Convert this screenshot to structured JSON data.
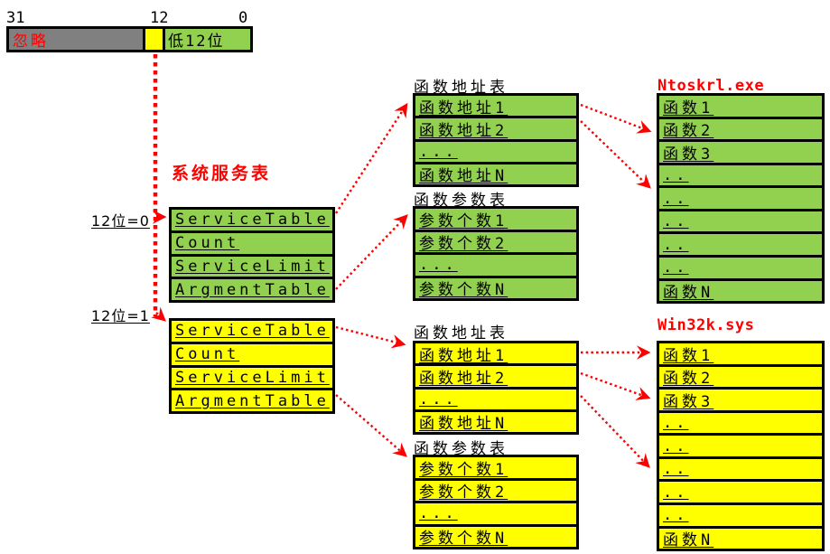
{
  "bitfield": {
    "tick_left": "31",
    "tick_mid": "12",
    "tick_right": "0",
    "ignore_label": "忽略",
    "low12_label": "低12位"
  },
  "labels": {
    "system_service_table": "系统服务表",
    "bit12_zero": "12位=0",
    "bit12_one": "12位=1"
  },
  "service_tables": {
    "kernel": {
      "rows": [
        "ServiceTable",
        "Count",
        "ServiceLimit",
        "ArgmentTable"
      ]
    },
    "gui": {
      "rows": [
        "ServiceTable",
        "Count",
        "ServiceLimit",
        "ArgmentTable"
      ]
    }
  },
  "address_tables": {
    "kernel": {
      "title": "函数地址表",
      "rows": [
        "函数地址1",
        "函数地址2",
        "...",
        "函数地址N"
      ]
    },
    "gui": {
      "title": "函数地址表",
      "rows": [
        "函数地址1",
        "函数地址2",
        "...",
        "函数地址N"
      ]
    }
  },
  "param_tables": {
    "kernel": {
      "title": "函数参数表",
      "rows": [
        "参数个数1",
        "参数个数2",
        "...",
        "参数个数N"
      ]
    },
    "gui": {
      "title": "函数参数表",
      "rows": [
        "参数个数1",
        "参数个数2",
        "...",
        "参数个数N"
      ]
    }
  },
  "module_tables": {
    "ntoskrnl": {
      "title": "Ntoskrl.exe",
      "rows": [
        "函数1",
        "函数2",
        "函数3",
        "..",
        "..",
        "..",
        "..",
        "..",
        "函数N"
      ]
    },
    "win32k": {
      "title": "Win32k.sys",
      "rows": [
        "函数1",
        "函数2",
        "函数3",
        "..",
        "..",
        "..",
        "..",
        "..",
        "函数N"
      ]
    }
  },
  "colors": {
    "table_green": "#92D050",
    "table_yellow": "#FFFF00",
    "ignore_gray": "#808080",
    "arrow_red": "#FF0000",
    "border_black": "#000000"
  }
}
